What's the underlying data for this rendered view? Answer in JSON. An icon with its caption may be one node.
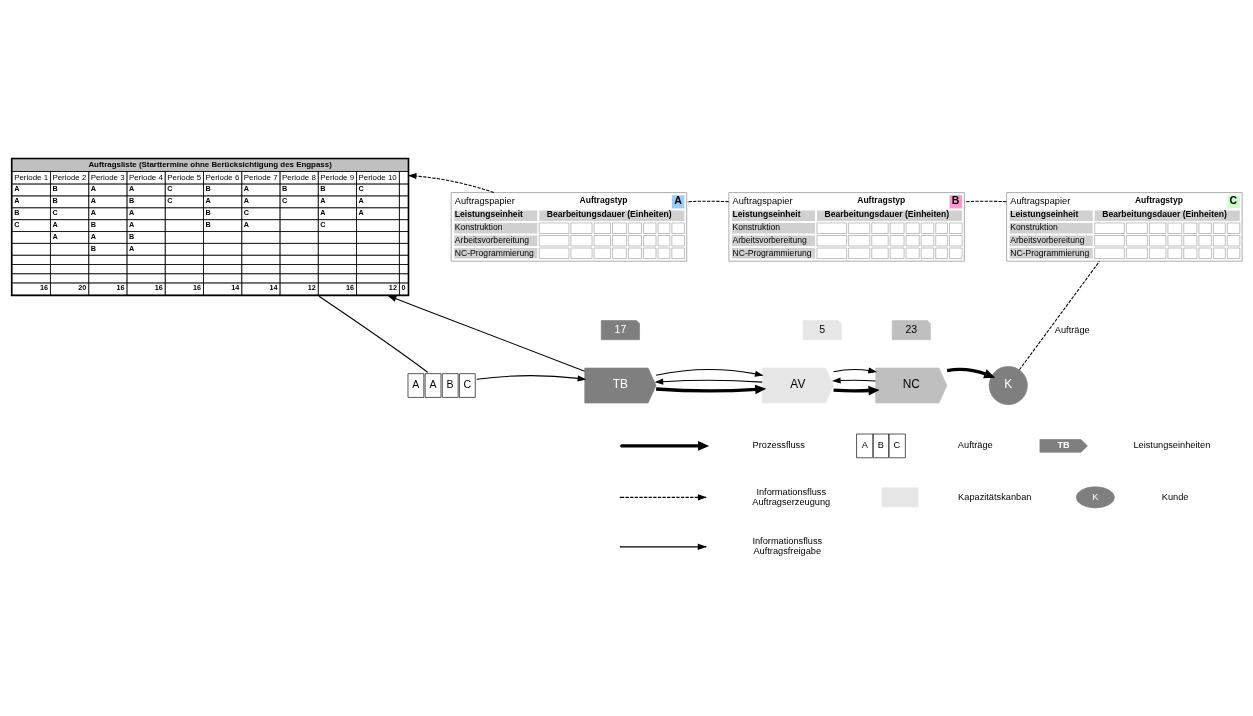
{
  "diagram": {
    "nodes": [
      {
        "text": [
          "Auftragsliste (Starttermine ohne Berücksichtigung des Engpass)"
        ]
      },
      {
        "text": [
          "Auftragspapier",
          "Auftragstyp",
          "A",
          "Leistungseinheit",
          "Bearbeitungsdauer (Einheiten)",
          "Konstruktion",
          "Arbeitsvorbereitung",
          "NC-Programmierung"
        ]
      },
      {
        "text": [
          "Auftragspapier",
          "Auftragstyp",
          "B",
          "Leistungseinheit",
          "Bearbeitungsdauer (Einheiten)",
          "Konstruktion",
          "Arbeitsvorbereitung",
          "NC-Programmierung"
        ]
      },
      {
        "text": [
          "Auftragspapier",
          "Auftragstyp",
          "C",
          "Leistungseinheit",
          "Bearbeitungsdauer (Einheiten)",
          "Konstruktion",
          "Arbeitsvorbereitung",
          "NC-Programmierung"
        ]
      },
      {
        "text": [
          "17"
        ]
      },
      {
        "text": [
          "5"
        ]
      },
      {
        "text": [
          "23"
        ]
      },
      {
        "text": [
          "A",
          "A",
          "B",
          "C"
        ]
      },
      {
        "text": [
          "TB"
        ]
      },
      {
        "text": [
          "AV"
        ]
      },
      {
        "text": [
          "NC"
        ]
      },
      {
        "text": [
          "K"
        ]
      }
    ],
    "edges": [
      {
        "from": 7,
        "to": 8,
        "arrow": "to"
      },
      {
        "from": 8,
        "to": 9,
        "arrow": "to",
        "style": "thick"
      },
      {
        "from": 9,
        "to": 10,
        "arrow": "to",
        "style": "thick"
      },
      {
        "from": 10,
        "to": 11,
        "arrow": "to",
        "style": "thick"
      },
      {
        "from": 9,
        "to": 8,
        "arrow": "to"
      },
      {
        "from": 8,
        "to": 9,
        "arrow": "to"
      },
      {
        "from": 10,
        "to": 9,
        "arrow": "to"
      },
      {
        "from": 9,
        "to": 10,
        "arrow": "to"
      },
      {
        "from": 8,
        "to": 0,
        "arrow": "to"
      },
      {
        "from": 11,
        "to": 3,
        "arrow": "none",
        "style": "dashed",
        "label": "Aufträge"
      },
      {
        "from": 3,
        "to": 2,
        "arrow": "none",
        "style": "dashed"
      },
      {
        "from": 2,
        "to": 1,
        "arrow": "none",
        "style": "dashed"
      },
      {
        "from": 1,
        "to": 0,
        "arrow": "to",
        "style": "dashed"
      },
      {
        "from": 0,
        "to": 7,
        "arrow": "none"
      }
    ],
    "labels": [
      "Periode 1",
      "Periode 2",
      "Periode 3",
      "Periode 4",
      "Periode 5",
      "Periode 6",
      "Periode 7",
      "Periode 8",
      "Periode 9",
      "Periode 10",
      "A",
      "B",
      "A",
      "A",
      "C",
      "B",
      "A",
      "B",
      "B",
      "C",
      "A",
      "B",
      "A",
      "B",
      "C",
      "A",
      "A",
      "C",
      "A",
      "A",
      "B",
      "C",
      "A",
      "A",
      "B",
      "C",
      "A",
      "A",
      "C",
      "A",
      "B",
      "A",
      "B",
      "A",
      "C",
      "A",
      "A",
      "B",
      "B",
      "A",
      "16",
      "20",
      "16",
      "16",
      "16",
      "14",
      "14",
      "12",
      "16",
      "12",
      "0",
      "A",
      "B",
      "C",
      "TB",
      "K"
    ],
    "legend": [
      {
        "text": "Prozessfluss"
      },
      {
        "text": "Informationsfluss Auftragserzeugung"
      },
      {
        "text": "Informationsfluss Auftragsfreigabe"
      },
      {
        "text": "Aufträge"
      },
      {
        "text": "Kapazitätskanban"
      },
      {
        "text": "Leistungseinheiten"
      },
      {
        "text": "Kunde"
      }
    ]
  }
}
